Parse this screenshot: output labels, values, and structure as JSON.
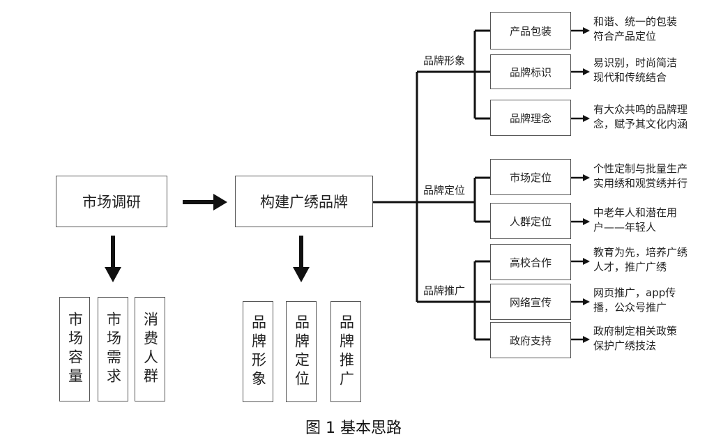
{
  "main": {
    "market_research": "市场调研",
    "build_brand": "构建广绣品牌",
    "research_items": [
      "市场容量",
      "市场需求",
      "消费人群"
    ],
    "brand_items": [
      "品牌形象",
      "品牌定位",
      "品牌推广"
    ]
  },
  "branches": [
    {
      "label": "品牌形象",
      "items": [
        {
          "name": "产品包装",
          "desc": [
            "和谐、统一的包装",
            "符合产品定位"
          ]
        },
        {
          "name": "品牌标识",
          "desc": [
            "易识别，时尚简洁",
            "现代和传统结合"
          ]
        },
        {
          "name": "品牌理念",
          "desc": [
            "有大众共鸣的品牌理",
            "念，赋予其文化内涵"
          ]
        }
      ]
    },
    {
      "label": "品牌定位",
      "items": [
        {
          "name": "市场定位",
          "desc": [
            "个性定制与批量生产",
            "实用绣和观赏绣并行"
          ]
        },
        {
          "name": "人群定位",
          "desc": [
            "中老年人和潜在用",
            "户——年轻人"
          ]
        }
      ]
    },
    {
      "label": "品牌推广",
      "items": [
        {
          "name": "高校合作",
          "desc": [
            "教育为先，培养广绣",
            "人才，推广广绣"
          ]
        },
        {
          "name": "网络宣传",
          "desc": [
            "网页推广，app传",
            "播，公众号推广"
          ]
        },
        {
          "name": "政府支持",
          "desc": [
            "政府制定相关政策",
            "保护广绣技法"
          ]
        }
      ]
    }
  ],
  "caption": "图 1  基本思路"
}
